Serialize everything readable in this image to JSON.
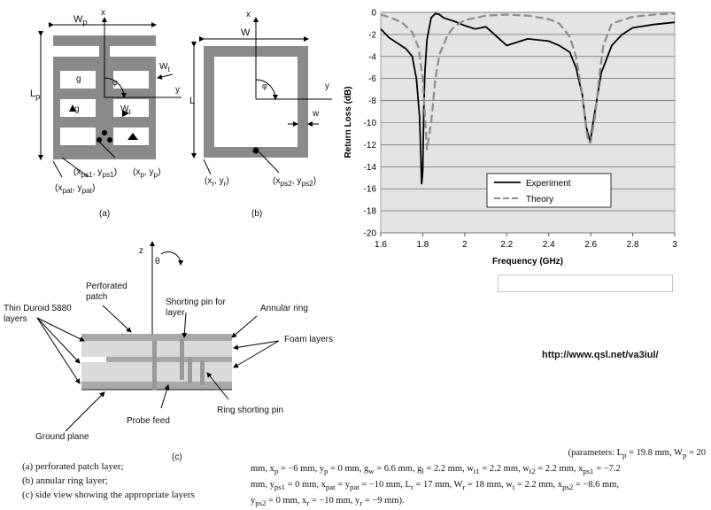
{
  "panel_a": {
    "wp": "W",
    "wp_sub": "p",
    "x": "x",
    "y": "y",
    "phi": "φ",
    "lp": "L",
    "lp_sub": "p",
    "g1": "g",
    "g2": "g",
    "wt": "W",
    "wt_sub": "t",
    "wt2": "W",
    "wt2_sub": "t",
    "xps1": "(x",
    "xps1_mid": "ps1",
    "xps1_tail": ", y",
    "yps1_sub": "ps1",
    "close1": ")",
    "xp": "(x",
    "xp_sub": "p",
    "xp_tail": ", y",
    "yp_sub": "p",
    "close2": ")",
    "xpat": "(x",
    "xpat_sub": "pat",
    "xpat_tail": ", y",
    "ypat_sub": "pat",
    "close3": ")",
    "label": "(a)"
  },
  "panel_b": {
    "w": "W",
    "x": "x",
    "y": "y",
    "phi": "φ",
    "l": "L",
    "ws": "w",
    "xr": "(x",
    "xr_sub": "r",
    "xr_tail": ", y",
    "yr_sub": "r",
    "close1": ")",
    "xps2": "(x",
    "xps2_sub": "ps2",
    "xps2_tail": ", y",
    "yps2_sub": "ps2",
    "close2": ")",
    "label": "(b)"
  },
  "panel_c": {
    "z": "z",
    "theta": "θ",
    "perforated": "Perforated",
    "patch": "patch",
    "thin1": "Thin Duroid 5880",
    "thin2": "layers",
    "shorting1": "Shorting pin for",
    "shorting2": "layer",
    "annular": "Annular ring",
    "foam": "Foam layers",
    "ring_pin": "Ring shorting pin",
    "probe": "Probe feed",
    "ground": "Ground plane",
    "label": "(c)"
  },
  "chart_data": {
    "type": "line",
    "title": "",
    "xlabel": "Frequency (GHz)",
    "ylabel": "Return Loss (dB)",
    "xlim": [
      1.6,
      3.0
    ],
    "ylim": [
      -20,
      0
    ],
    "xticks": [
      "1.6",
      "1.8",
      "2",
      "2.2",
      "2.4",
      "2.6",
      "2.8",
      "3"
    ],
    "yticks": [
      "0",
      "-2",
      "-4",
      "-6",
      "-8",
      "-10",
      "-12",
      "-14",
      "-16",
      "-18",
      "-20"
    ],
    "grid": true,
    "legend": "lower-middle",
    "series": [
      {
        "name": "Experiment",
        "color": "#000000",
        "dash": "solid",
        "x": [
          1.6,
          1.64,
          1.68,
          1.72,
          1.75,
          1.77,
          1.785,
          1.79,
          1.795,
          1.8,
          1.805,
          1.81,
          1.82,
          1.84,
          1.86,
          1.88,
          1.9,
          1.95,
          2.0,
          2.05,
          2.1,
          2.13,
          2.17,
          2.2,
          2.25,
          2.3,
          2.35,
          2.4,
          2.45,
          2.5,
          2.53,
          2.56,
          2.58,
          2.595,
          2.6,
          2.605,
          2.62,
          2.65,
          2.7,
          2.75,
          2.8,
          2.9,
          3.0
        ],
        "y": [
          -1.5,
          -2.3,
          -2.8,
          -3.3,
          -4.0,
          -6.0,
          -9.5,
          -12.5,
          -15.6,
          -14.5,
          -9.0,
          -5.5,
          -2.5,
          -0.5,
          -0.1,
          -0.2,
          -0.5,
          -0.8,
          -1.2,
          -1.5,
          -1.3,
          -1.8,
          -2.5,
          -3.0,
          -2.7,
          -2.4,
          -2.5,
          -2.6,
          -3.0,
          -3.6,
          -5.0,
          -7.5,
          -10.5,
          -11.6,
          -11.5,
          -10.8,
          -9.0,
          -5.5,
          -3.0,
          -2.0,
          -1.4,
          -1.1,
          -0.9
        ]
      },
      {
        "name": "Theory",
        "color": "#8c8c8c",
        "dash": "dashed",
        "x": [
          1.6,
          1.65,
          1.7,
          1.75,
          1.78,
          1.8,
          1.82,
          1.84,
          1.85,
          1.86,
          1.88,
          1.92,
          1.95,
          2.0,
          2.1,
          2.2,
          2.3,
          2.4,
          2.45,
          2.5,
          2.53,
          2.56,
          2.58,
          2.59,
          2.6,
          2.62,
          2.64,
          2.66,
          2.7,
          2.8,
          2.9,
          3.0
        ],
        "y": [
          -0.2,
          -0.5,
          -0.9,
          -1.8,
          -3.2,
          -6.0,
          -12.5,
          -10.0,
          -8.0,
          -6.0,
          -3.8,
          -2.0,
          -1.3,
          -0.7,
          -0.3,
          -0.2,
          -0.3,
          -0.6,
          -1.0,
          -2.2,
          -4.0,
          -7.5,
          -10.8,
          -11.8,
          -11.8,
          -9.5,
          -6.0,
          -3.0,
          -1.0,
          -0.4,
          -0.2,
          -0.1
        ]
      }
    ]
  },
  "url": "http://www.qsl.net/va3iul/",
  "captions": {
    "a": "(a) perforated patch layer;",
    "b": "(b) annular ring layer;",
    "c": "(c) side view showing the appropriate layers"
  },
  "params": {
    "line1": "(parameters: L",
    "line1_sub": "p",
    "line1_rest": " = 19.8 mm, W",
    "line1_sub2": "p",
    "line1_end": " = 20",
    "line2": "mm, x",
    "line2_sub": "p",
    "line2_a": " = −6 mm, y",
    "line2_sub2": "p",
    "line2_b": " = 0 mm, g",
    "line2_sub3": "w",
    "line2_c": " = 6.6 mm, g",
    "line2_sub4": "l",
    "line2_d": " = 2.2 mm, w",
    "line2_sub5": "t1",
    "line2_e": " = 2.2 mm, w",
    "line2_sub6": "t2",
    "line2_f": " = 2.2 mm, x",
    "line2_sub7": "ps1",
    "line2_g": " = −7.2",
    "line3": "mm, y",
    "line3_sub": "ps1",
    "line3_a": " = 0 mm, x",
    "line3_sub2": "pat",
    "line3_b": " = y",
    "line3_sub3": "pat",
    "line3_c": " = −10 mm, L",
    "line3_sub4": "r",
    "line3_d": " = 17 mm, W",
    "line3_sub5": "r",
    "line3_e": " = 18 mm, w",
    "line3_sub6": "t",
    "line3_f": " = 2.2 mm, x",
    "line3_sub7": "ps2",
    "line3_g": " = −8.6 mm,",
    "line4": "y",
    "line4_sub": "ps2",
    "line4_a": " = 0 mm, x",
    "line4_sub2": "r",
    "line4_b": " = −10 mm, y",
    "line4_sub3": "r",
    "line4_c": " = −9 mm)."
  }
}
